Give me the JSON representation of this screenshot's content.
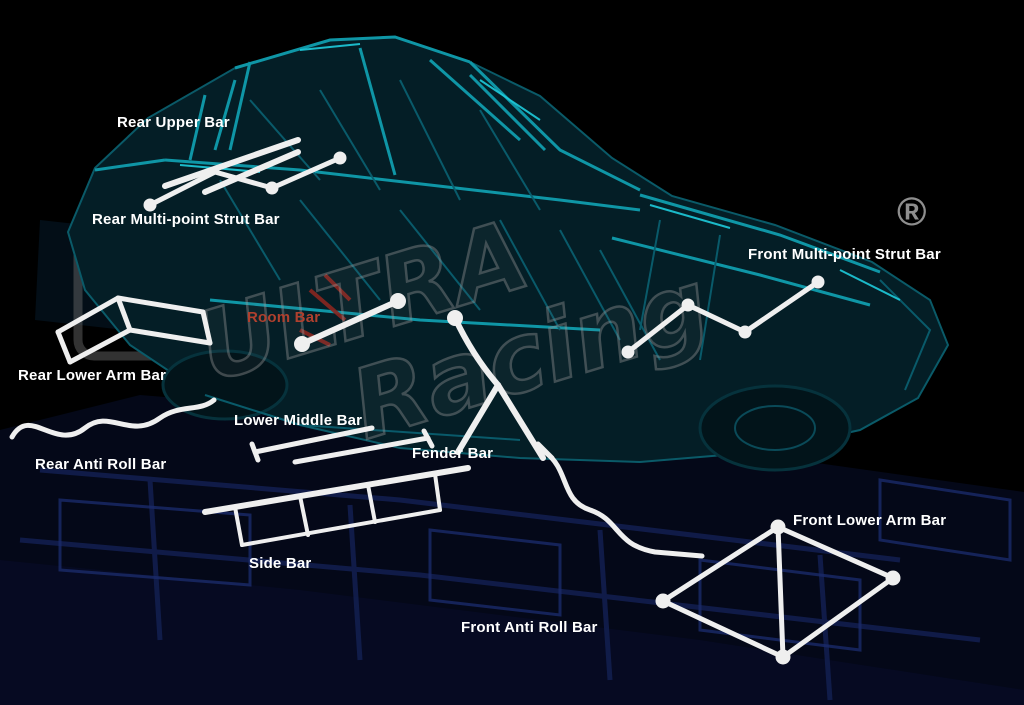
{
  "registered_mark": "®",
  "watermark": {
    "line1": "ULTRA",
    "line2": "Racing"
  },
  "labels": [
    {
      "name": "rear-upper-bar",
      "text": "Rear Upper Bar"
    },
    {
      "name": "rear-multi-point-strut-bar",
      "text": "Rear Multi-point Strut Bar"
    },
    {
      "name": "front-multi-point-strut-bar",
      "text": "Front Multi-point Strut Bar"
    },
    {
      "name": "room-bar",
      "text": "Room Bar"
    },
    {
      "name": "rear-lower-arm-bar",
      "text": "Rear Lower Arm Bar"
    },
    {
      "name": "lower-middle-bar",
      "text": "Lower Middle Bar"
    },
    {
      "name": "fender-bar",
      "text": "Fender Bar"
    },
    {
      "name": "rear-anti-roll-bar",
      "text": "Rear Anti Roll Bar"
    },
    {
      "name": "front-lower-arm-bar",
      "text": "Front Lower Arm Bar"
    },
    {
      "name": "side-bar",
      "text": "Side Bar"
    },
    {
      "name": "front-anti-roll-bar",
      "text": "Front Anti Roll Bar"
    }
  ],
  "colors": {
    "background": "#000000",
    "car_wireframe_teal": "#0f96a6",
    "underbody_blue": "#121e4e",
    "bar_white": "#efefef",
    "label_white": "#ffffff",
    "room_bar_label_red": "#b0402e",
    "watermark_gray": "#9a9a9a"
  }
}
